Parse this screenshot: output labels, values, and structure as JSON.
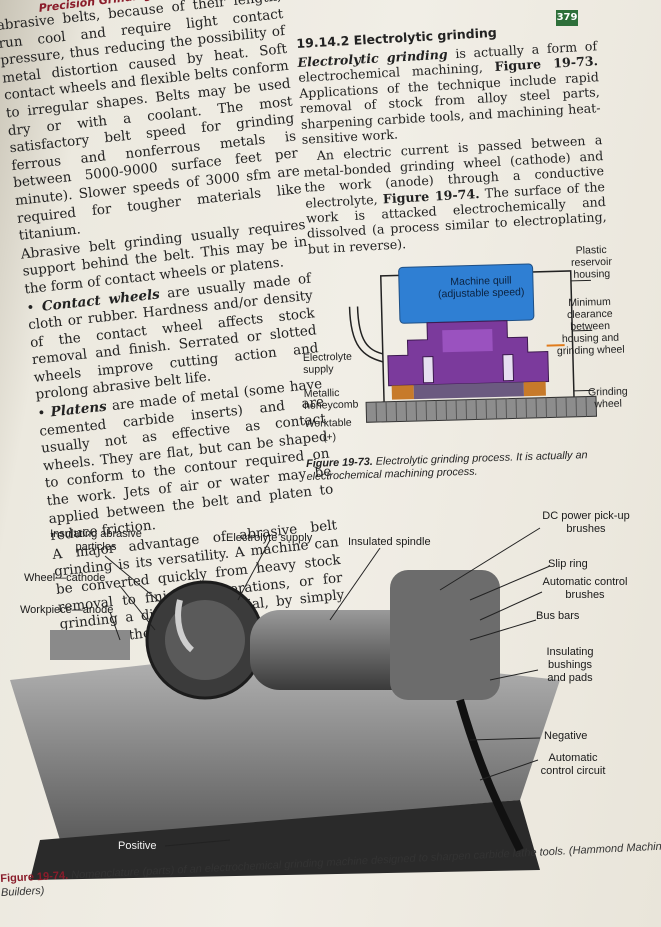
{
  "header": {
    "book_title": "Precision Grinding",
    "page_number": "379"
  },
  "left_column": {
    "para1": "abrasive belts, because of their length, run cool and require light contact pressure, thus reducing the possibility of metal distortion caused by heat. Soft contact wheels and flexible belts conform to irregular shapes. Belts may be used dry or with a coolant. The most satisfactory belt speed for grinding ferrous and nonferrous metals is between 5000-9000 surface feet per minute). Slower speeds of 3000 sfm are required for tougher materials like titanium.",
    "para2": "Abrasive belt grinding usually requires support behind the belt. This may be in the form of contact wheels or platens.",
    "bullet1_term": "Contact wheels",
    "bullet1_text": " are usually made of cloth or rubber. Hardness and/or density of the contact wheel affects stock removal and finish. Serrated or slotted wheels improve cutting action and prolong abrasive belt life.",
    "bullet2_term": "Platens",
    "bullet2_text": " are made of metal (some have cemented carbide inserts) and are usually not as effective as contact wheels. They are flat, but can be shaped to conform to the contour required on the work. Jets of air or water may be applied between the belt and platen to reduce friction.",
    "para3": "A major advantage of abrasive belt grinding is its versatility. A machine can be converted quickly from heavy stock removal to finishing operations, or for grinding a different material, by simply changing the abrasive belt."
  },
  "right_column": {
    "heading": "19.14.2 Electrolytic grinding",
    "p1_term": "Electrolytic grinding",
    "p1_a": " is actually a form of electrochemical machining, ",
    "p1_ref": "Figure 19-73.",
    "p1_b": " Applications of the technique include rapid removal of stock from alloy steel parts, sharpening carbide tools, and machining heat-sensitive work.",
    "p2_a": "An electric current is passed between a metal-bonded grinding wheel (cathode) and the work (anode) through a conductive electrolyte, ",
    "p2_ref": "Figure 19-74.",
    "p2_b": " The surface of the work is attacked electrochemically and dissolved (a process similar to electroplating, but in reverse)."
  },
  "figure_73": {
    "labels": {
      "machine_quill": "Machine quill",
      "machine_quill_sub": "(adjustable speed)",
      "plastic_reservoir": "Plastic reservoir housing",
      "minimum_clearance": "Minimum clearance between housing and grinding wheel",
      "electrolyte_supply": "Electrolyte supply",
      "metallic_honeycomb": "Metallic honeycomb",
      "worktable": "Worktable",
      "worktable_sign": "(+)",
      "grinding_wheel": "Grinding wheel"
    },
    "caption_ref": "Figure 19-73.",
    "caption_text": " Electrolytic grinding process. It is actually an electrochemical machining process.",
    "colors": {
      "quill": "#2f7fd3",
      "wheel_body": "#7b3a9c",
      "insulator": "#c77a2a",
      "table": "#8d8d8d"
    }
  },
  "figure_74": {
    "labels": {
      "insulating_abrasive": "Insulating abrasive particles",
      "electrolyte_supply": "Electrolyte supply",
      "insulated_spindle": "Insulated spindle",
      "dc_power": "DC power pick-up brushes",
      "wheel_cathode": "Wheel—cathode",
      "slip_ring": "Slip ring",
      "automatic_control_brushes": "Automatic control brushes",
      "workpiece_anode": "Workpiece—anode",
      "bus_bars": "Bus bars",
      "insulating_bushings": "Insulating bushings and pads",
      "negative": "Negative",
      "automatic_control_circuit": "Automatic control circuit",
      "positive": "Positive"
    },
    "caption_ref": "Figure 19-74.",
    "caption_text": " Nomenclature (parts) of an electrochemical grinding machine designed to sharpen carbide lathe tools. (Hammond Machinery Builders)"
  }
}
